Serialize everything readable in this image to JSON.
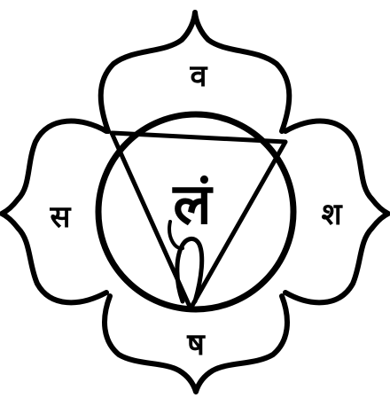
{
  "diagram": {
    "ink_color": "#000000",
    "background": "#ffffff",
    "center_syllable": "लं",
    "petal_letters": {
      "top": "व",
      "right": "श",
      "bottom": "ष",
      "left": "स"
    }
  }
}
